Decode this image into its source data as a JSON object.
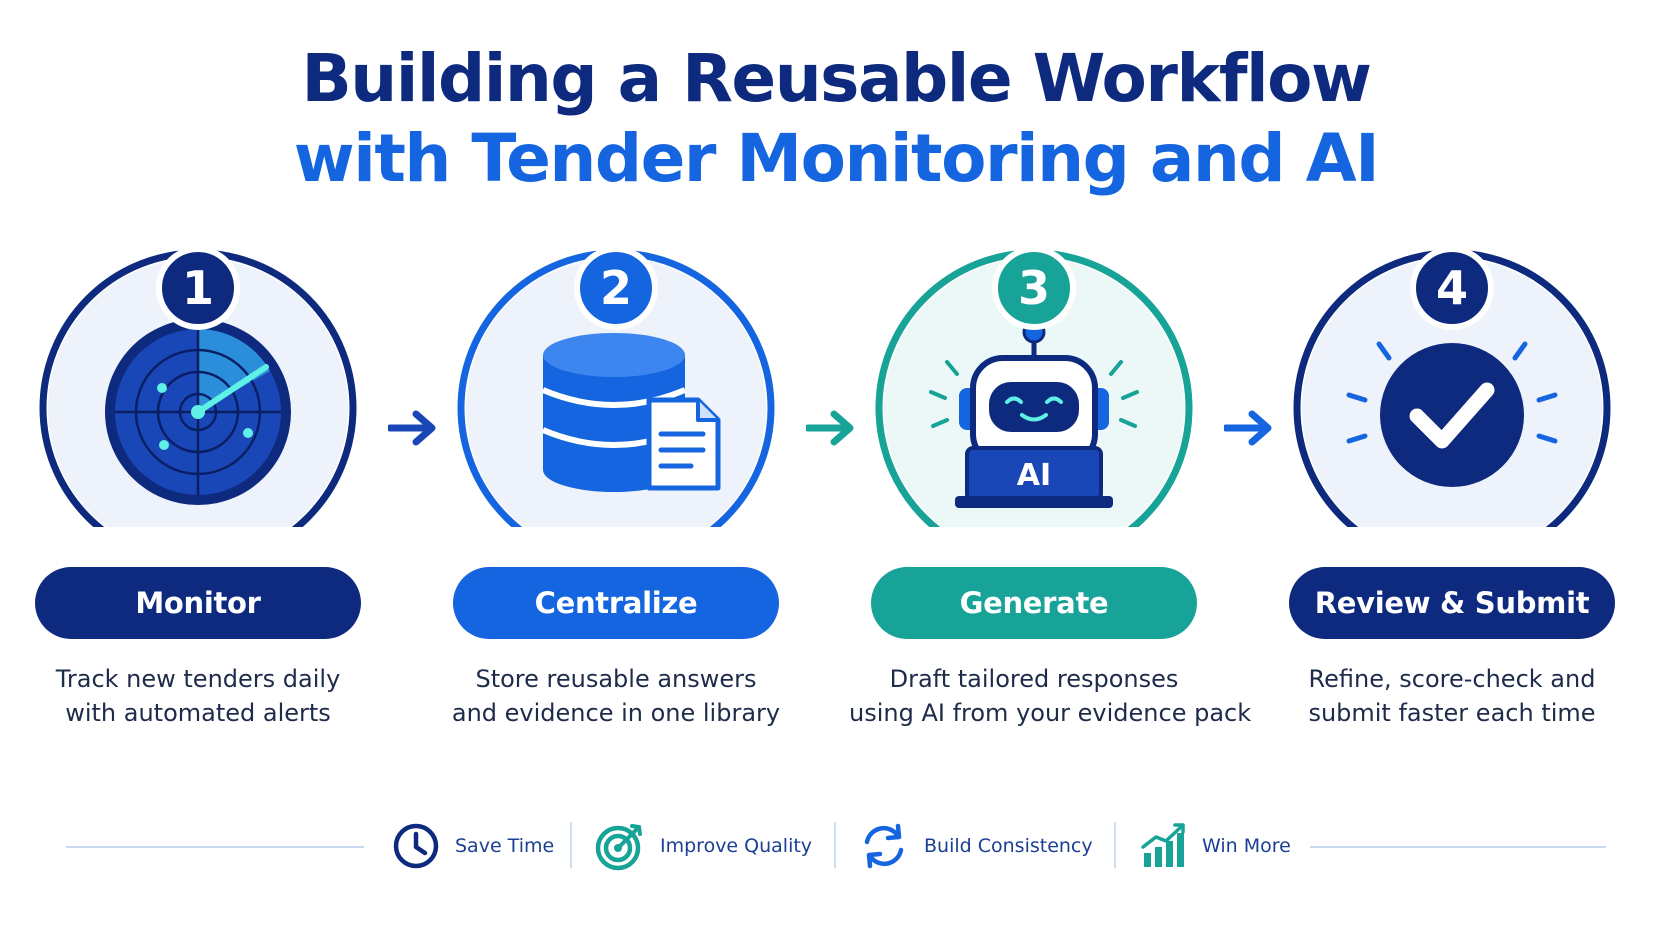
{
  "title": {
    "line1": "Building a Reusable Workflow",
    "line2": "with Tender Monitoring and AI"
  },
  "colors": {
    "navy": "#0d2a7e",
    "blue": "#1565e0",
    "teal": "#17a397",
    "text": "#1e2b4a"
  },
  "steps": [
    {
      "number": "1",
      "label": "Monitor",
      "desc_line1": "Track new tenders daily",
      "desc_line2": "with automated alerts",
      "icon": "radar-icon"
    },
    {
      "number": "2",
      "label": "Centralize",
      "desc_line1": "Store reusable answers",
      "desc_line2": "and evidence in one library",
      "icon": "database-document-icon"
    },
    {
      "number": "3",
      "label": "Generate",
      "desc_line1": "Draft tailored responses",
      "desc_line2": "using AI from your evidence pack",
      "icon": "ai-robot-icon",
      "icon_text": "AI"
    },
    {
      "number": "4",
      "label": "Review & Submit",
      "desc_line1": "Refine, score-check and",
      "desc_line2": "submit faster each time",
      "icon": "checkmark-icon"
    }
  ],
  "benefits": [
    {
      "label": "Save Time",
      "icon": "clock-icon"
    },
    {
      "label": "Improve Quality",
      "icon": "target-icon"
    },
    {
      "label": "Build Consistency",
      "icon": "refresh-icon"
    },
    {
      "label": "Win More",
      "icon": "growth-chart-icon"
    }
  ]
}
